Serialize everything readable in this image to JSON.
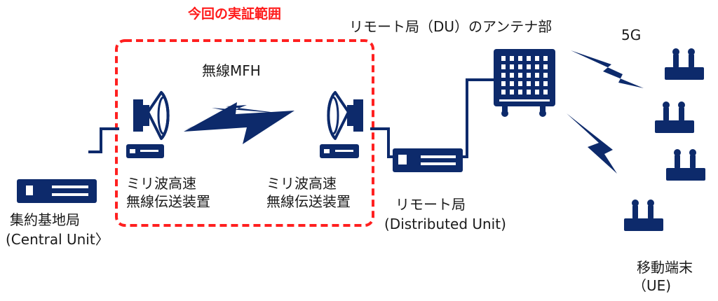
{
  "scope": {
    "title": "今回の実証範囲"
  },
  "link": {
    "label": "無線MFH"
  },
  "central_unit": {
    "name": "集約基地局",
    "sub": "(Central Unit〉"
  },
  "radio_left": {
    "line1": "ミリ波高速",
    "line2": "無線伝送装置"
  },
  "radio_right": {
    "line1": "ミリ波高速",
    "line2": "無線伝送装置"
  },
  "distributed_unit": {
    "name": "リモート局",
    "sub": "(Distributed Unit)"
  },
  "antenna": {
    "label": "リモート局（DU）のアンテナ部"
  },
  "fiveg": {
    "label": "5G"
  },
  "ue": {
    "name": "移動端末",
    "sub": "（UE)"
  },
  "colors": {
    "device": "#0d2a6b",
    "scope_border": "#ff2020",
    "scope_text": "#ff1a1a"
  }
}
